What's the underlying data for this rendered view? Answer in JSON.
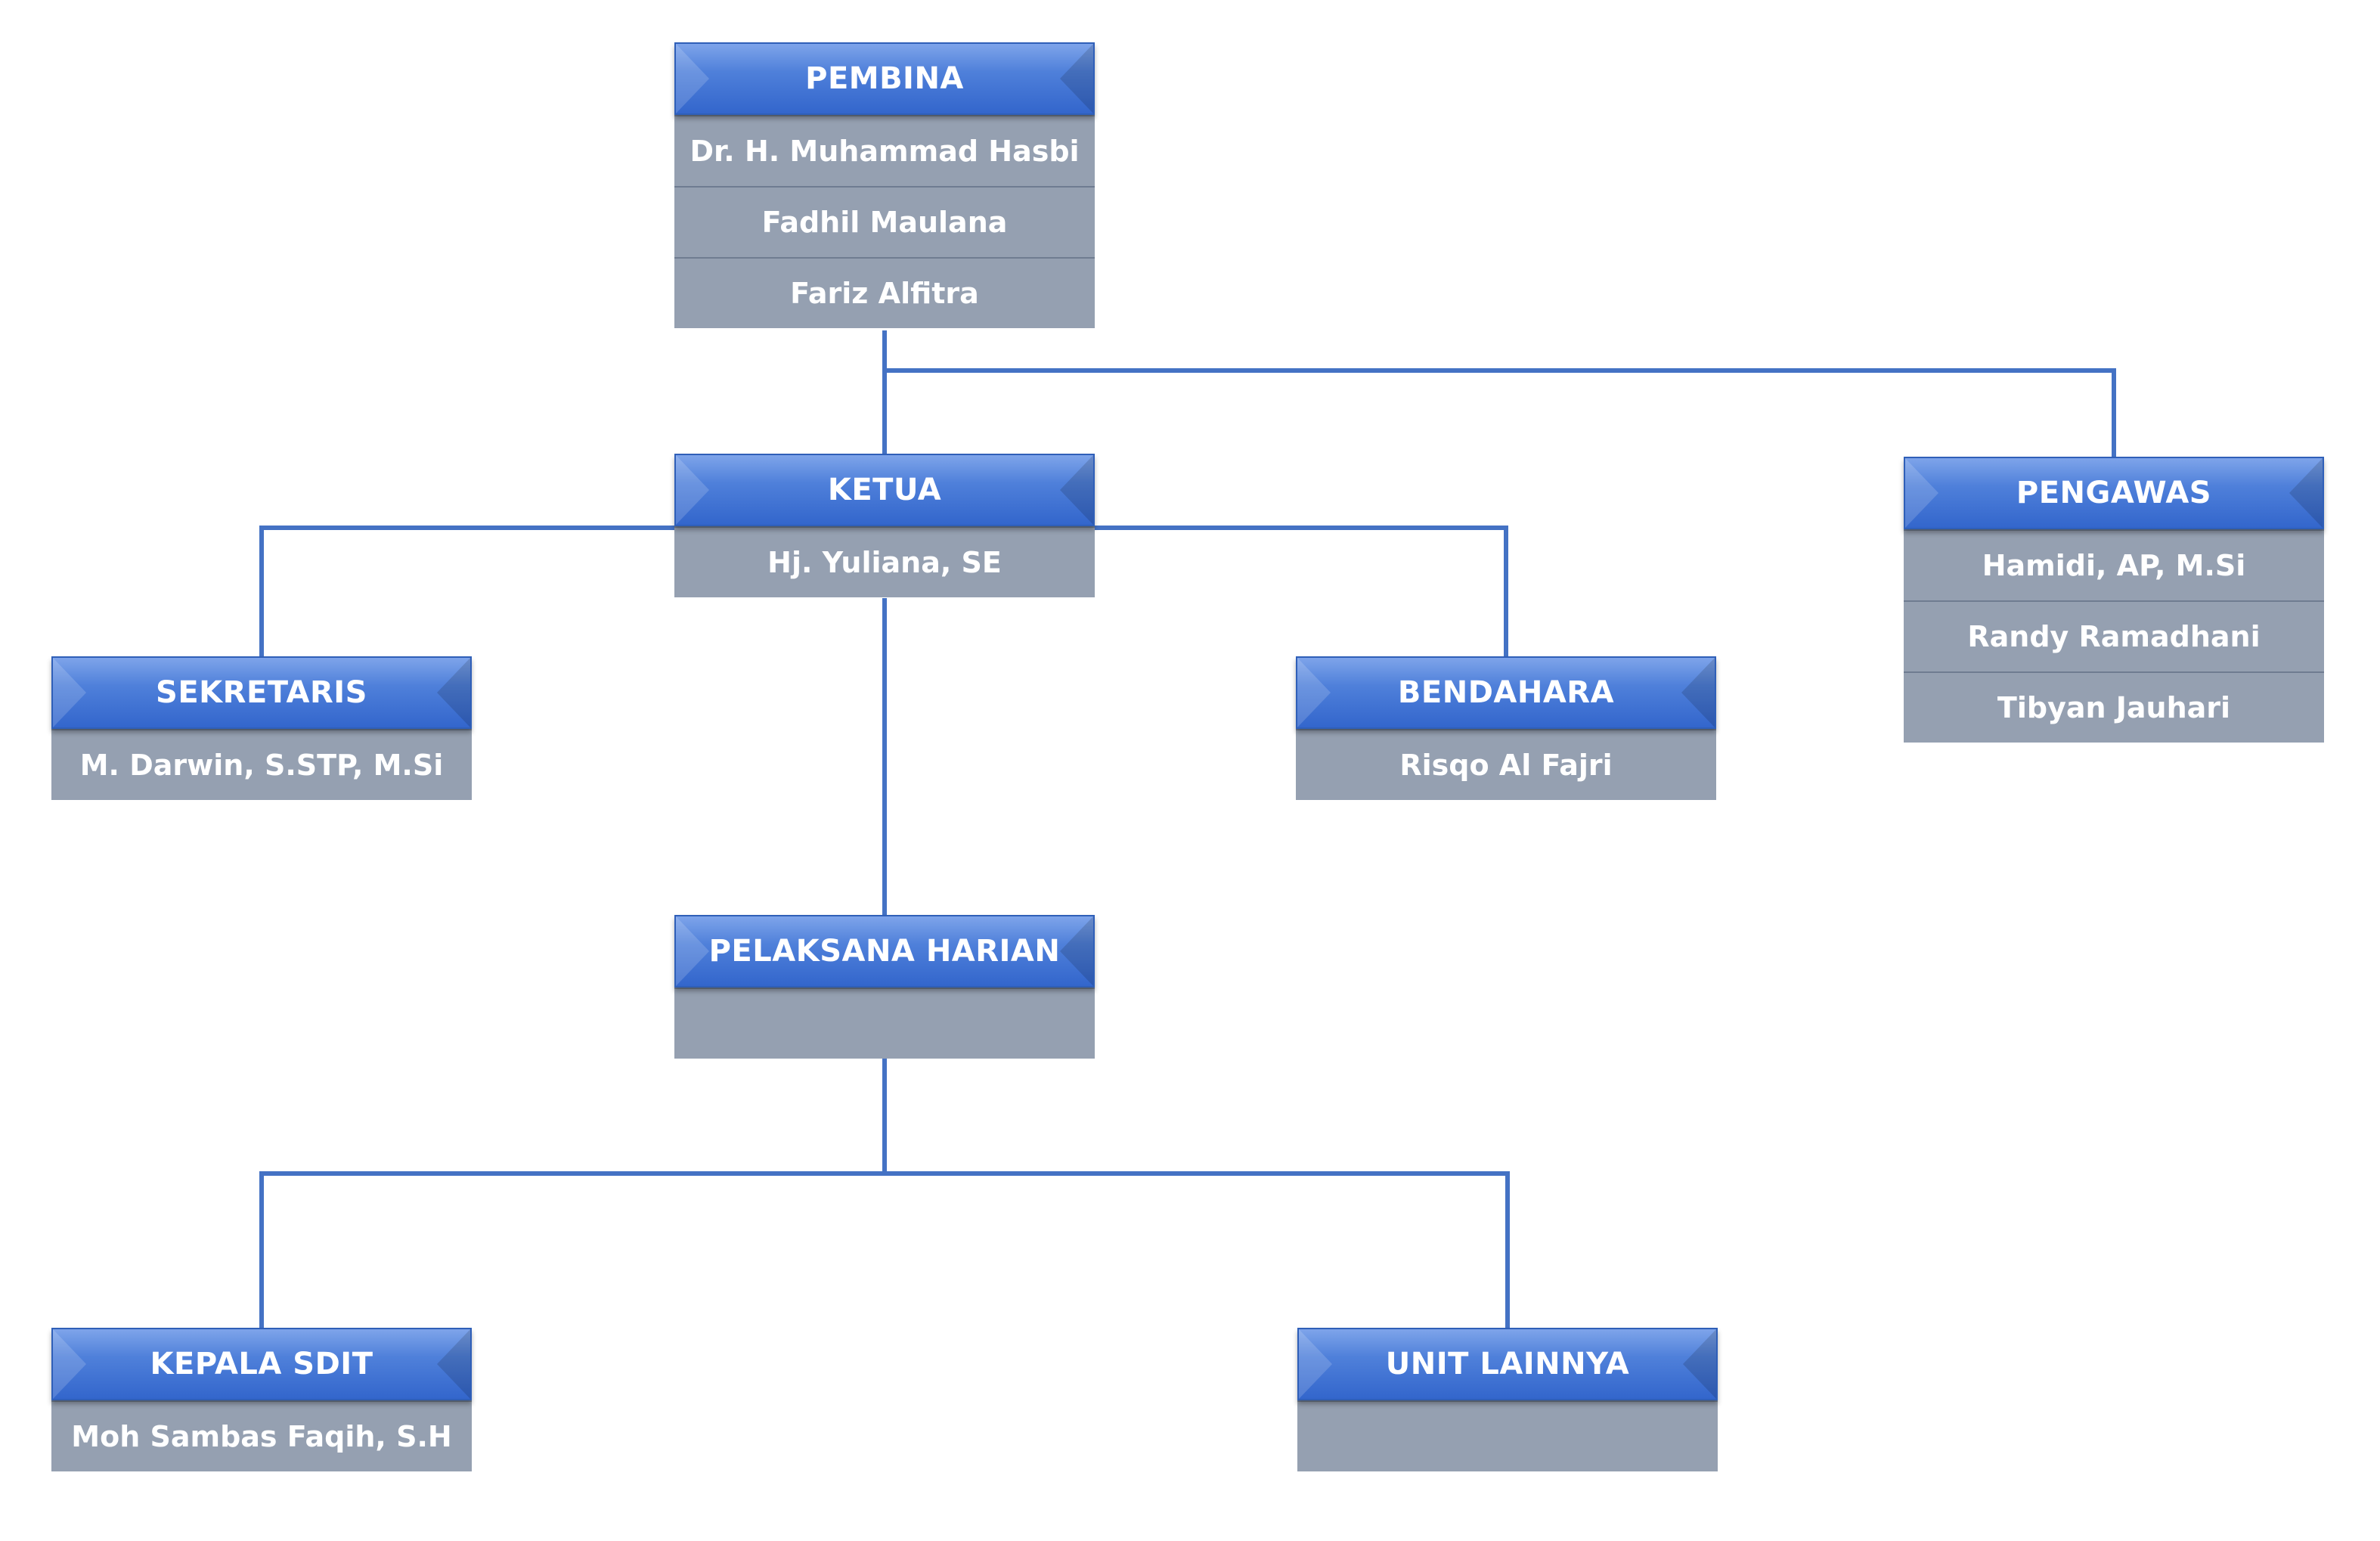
{
  "nodes": {
    "pembina": {
      "title": "PEMBINA",
      "members": [
        "Dr. H. Muhammad Hasbi",
        "Fadhil Maulana",
        "Fariz Alfitra"
      ]
    },
    "ketua": {
      "title": "KETUA",
      "members": [
        "Hj. Yuliana, SE"
      ]
    },
    "pengawas": {
      "title": "PENGAWAS",
      "members": [
        "Hamidi, AP, M.Si",
        "Randy Ramadhani",
        "Tibyan Jauhari"
      ]
    },
    "sekretaris": {
      "title": "SEKRETARIS",
      "members": [
        "M. Darwin, S.STP, M.Si"
      ]
    },
    "bendahara": {
      "title": "BENDAHARA",
      "members": [
        "Risqo Al Fajri"
      ]
    },
    "pelaksana_harian": {
      "title": "PELAKSANA HARIAN",
      "members": [
        ""
      ]
    },
    "kepala_sdit": {
      "title": "KEPALA SDIT",
      "members": [
        "Moh Sambas Faqih, S.H"
      ]
    },
    "unit_lainnya": {
      "title": "UNIT LAINNYA",
      "members": [
        ""
      ]
    }
  },
  "colors": {
    "header": "#4f80da",
    "row": "#95a0b1",
    "connector": "#4472c4",
    "text": "#ffffff"
  }
}
